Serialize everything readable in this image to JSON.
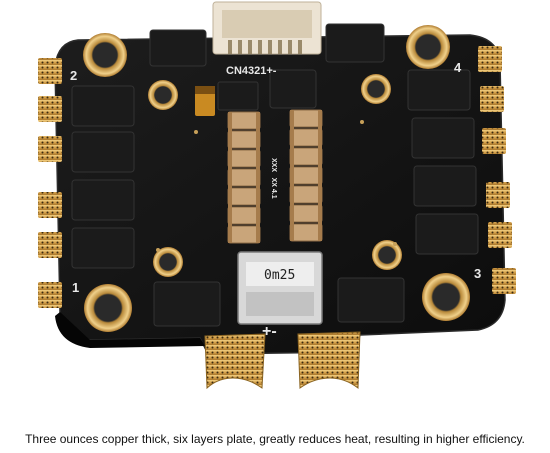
{
  "caption": "Three ounces copper thick, six layers plate, greatly reduces heat, resulting in higher efficiency.",
  "board": {
    "connector_label": "CN4321+-",
    "corner_labels": [
      "1",
      "2",
      "3",
      "4"
    ],
    "shunt_label": "0m25",
    "polarity_label": "+-",
    "chip_marking": "XXXXX 4.1"
  },
  "colors": {
    "board": "#121212",
    "gold": "#d4a04a",
    "mosfet": "#1b1b1b",
    "capacitor": "#c9a57a",
    "connector": "#ece3d3"
  }
}
